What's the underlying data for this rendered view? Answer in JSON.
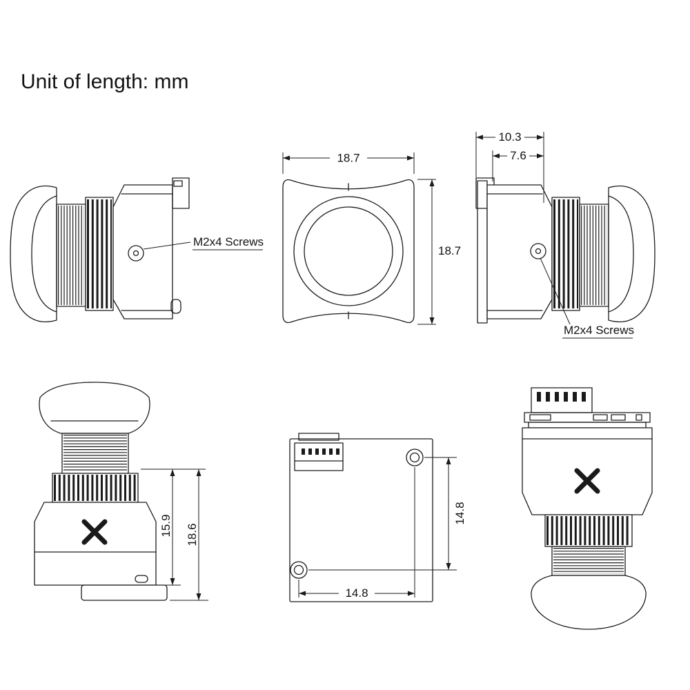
{
  "title": "Unit of length: mm",
  "views": {
    "side_left": {
      "screw_label": "M2x4 Screws"
    },
    "front": {
      "width_dim": "18.7",
      "height_dim": "18.7"
    },
    "side_right": {
      "outer_depth_dim": "10.3",
      "inner_depth_dim": "7.6",
      "screw_label": "M2x4 Screws"
    },
    "standing_front": {
      "body_height_dim": "15.9",
      "total_height_dim": "18.6"
    },
    "pcb_back": {
      "vertical_hole_spacing_dim": "14.8",
      "horizontal_hole_spacing_dim": "14.8"
    }
  }
}
